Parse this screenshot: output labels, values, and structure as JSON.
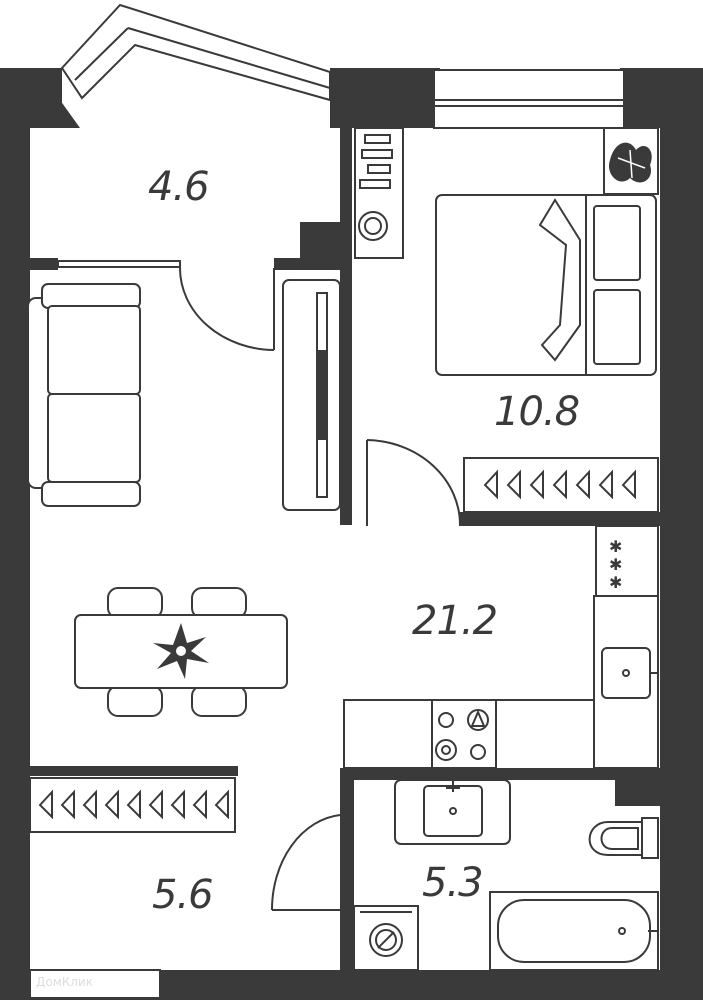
{
  "rooms": {
    "balcony": "4.6",
    "bedroom": "10.8",
    "living": "21.2",
    "hall": "5.6",
    "bathroom": "5.3"
  },
  "watermark": "ДомКлик",
  "colors": {
    "wall": "#3a3a3a",
    "background": "#ffffff"
  },
  "icons": [
    "plant-icon",
    "flower-icon",
    "hanger-icon",
    "stove-icon",
    "sink-icon",
    "toilet-icon",
    "bathtub-icon",
    "washer-icon"
  ]
}
